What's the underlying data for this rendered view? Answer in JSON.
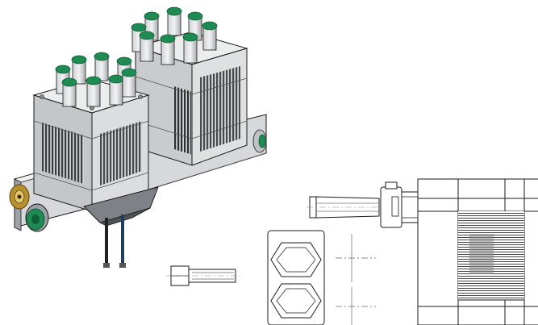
{
  "figure": {
    "kind": "technical-illustration",
    "views": [
      "isometric-assembly",
      "orthographic-line-drawing"
    ],
    "colors": {
      "background": "#ffffff",
      "fitting_cap": "#1f8a52",
      "fitting_cap_dark": "#0f5f36",
      "body_light": "#e3e4e6",
      "body_mid": "#bfc1c4",
      "body_dark": "#6b6e73",
      "fin_dark": "#2c2e31",
      "brass": "#b8902e",
      "outline": "#1a1a1a"
    },
    "components": {
      "manifold_block_count": 2,
      "push_fittings_per_block": 8,
      "cable_count": 2,
      "side_connectors": [
        "brass-fitting",
        "green-fitting"
      ]
    }
  }
}
